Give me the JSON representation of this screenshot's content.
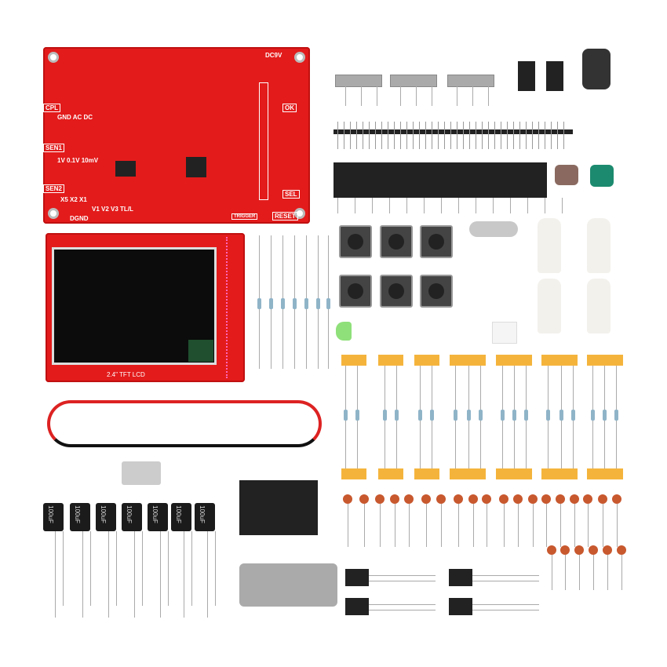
{
  "main_board": {
    "power_label": "DC9V",
    "coupling_label": "CPL",
    "coupling_options": "GND AC DC",
    "sen1_label": "SEN1",
    "sen1_options": "1V 0.1V 10mV",
    "sen2_label": "SEN2",
    "sen2_options": "X5 X2 X1",
    "ok_label": "OK",
    "sel_label": "SEL",
    "reset_label": "RESET",
    "trigger_label": "TRIGGER",
    "dgnd_label": "DGND",
    "voltage_labels": "V1 V2 V3 TL/L"
  },
  "lcd_board": {
    "label": "2.4\" TFT LCD"
  },
  "capacitors": [
    "100uF",
    "100uF",
    "100uF",
    "100uF",
    "100uF",
    "100uF",
    "100uF"
  ],
  "colors": {
    "pcb": "#e31b1b",
    "background": "#ffffff",
    "tape": "#f4b43c",
    "ceramic": "#c8582e"
  }
}
